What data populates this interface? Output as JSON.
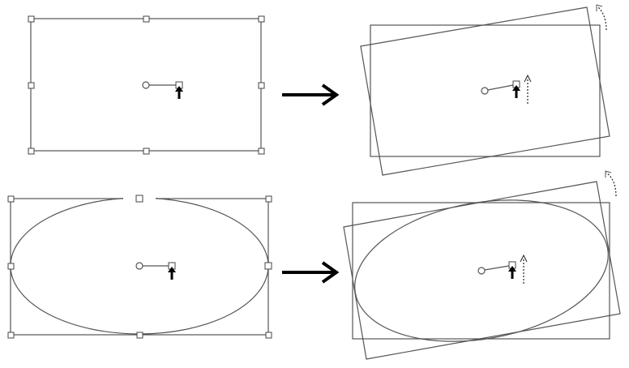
{
  "diagram": {
    "panels": [
      {
        "id": "rect-before",
        "shape": "rectangle",
        "state": "selected with handles"
      },
      {
        "id": "rect-after",
        "shape": "rectangle",
        "state": "rotated",
        "rotation_deg": -10
      },
      {
        "id": "ellipse-before",
        "shape": "ellipse",
        "state": "selected with handles"
      },
      {
        "id": "ellipse-after",
        "shape": "ellipse",
        "state": "rotated",
        "rotation_deg": -10
      }
    ],
    "icons": [
      "pivot-icon",
      "rotate-handle-icon",
      "cursor-arrow-icon",
      "transition-arrow-icon",
      "rotate-direction-icon"
    ],
    "colors": {
      "stroke": "#555555",
      "arrow": "#000000",
      "background": "#ffffff"
    }
  }
}
